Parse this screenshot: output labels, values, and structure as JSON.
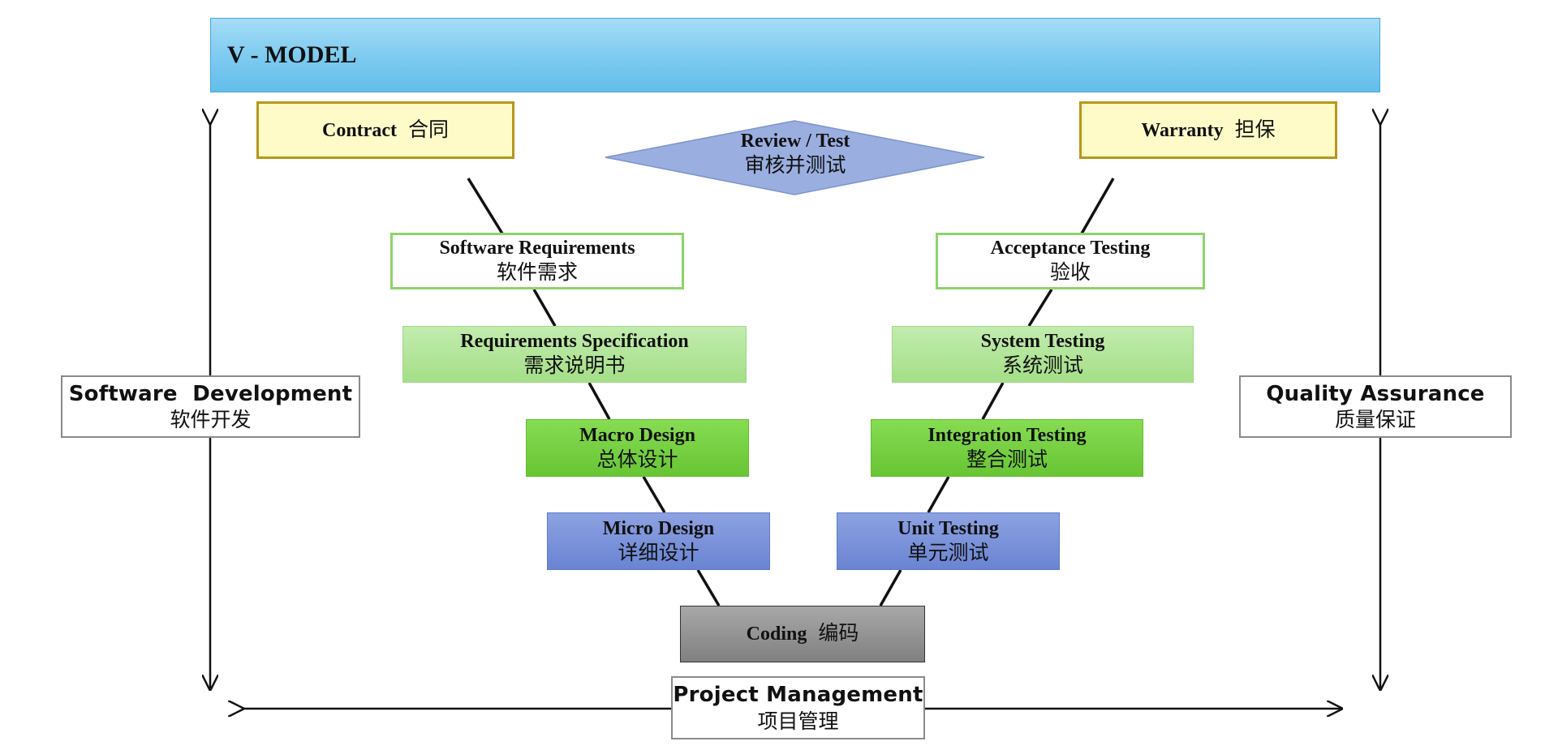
{
  "title": "V - MODEL",
  "review": {
    "en": "Review / Test",
    "zh": "审核并测试"
  },
  "contract": {
    "en": "Contract",
    "zh": "合同"
  },
  "warranty": {
    "en": "Warranty",
    "zh": "担保"
  },
  "left_stages": [
    {
      "en": "Software Requirements",
      "zh": "软件需求"
    },
    {
      "en": "Requirements Specification",
      "zh": "需求说明书"
    },
    {
      "en": "Macro Design",
      "zh": "总体设计"
    },
    {
      "en": "Micro Design",
      "zh": "详细设计"
    }
  ],
  "right_stages": [
    {
      "en": "Acceptance Testing",
      "zh": "验收"
    },
    {
      "en": "System Testing",
      "zh": "系统测试"
    },
    {
      "en": "Integration Testing",
      "zh": "整合测试"
    },
    {
      "en": "Unit Testing",
      "zh": "单元测试"
    }
  ],
  "coding": {
    "en": "Coding",
    "zh": "编码"
  },
  "software_development": {
    "en": "Software  Development",
    "zh": "软件开发"
  },
  "quality_assurance": {
    "en": "Quality Assurance",
    "zh": "质量保证"
  },
  "project_management": {
    "en": "Project Management",
    "zh": "项目管理"
  },
  "colors": {
    "banner": "#7ccaf0",
    "yellow_fill": "#fffbc9",
    "yellow_border": "#b8961a",
    "light_green": "#a4df88",
    "green": "#68c534",
    "blue": "#6a84d2",
    "gray": "#808080",
    "diamond": "#9aaee0"
  }
}
